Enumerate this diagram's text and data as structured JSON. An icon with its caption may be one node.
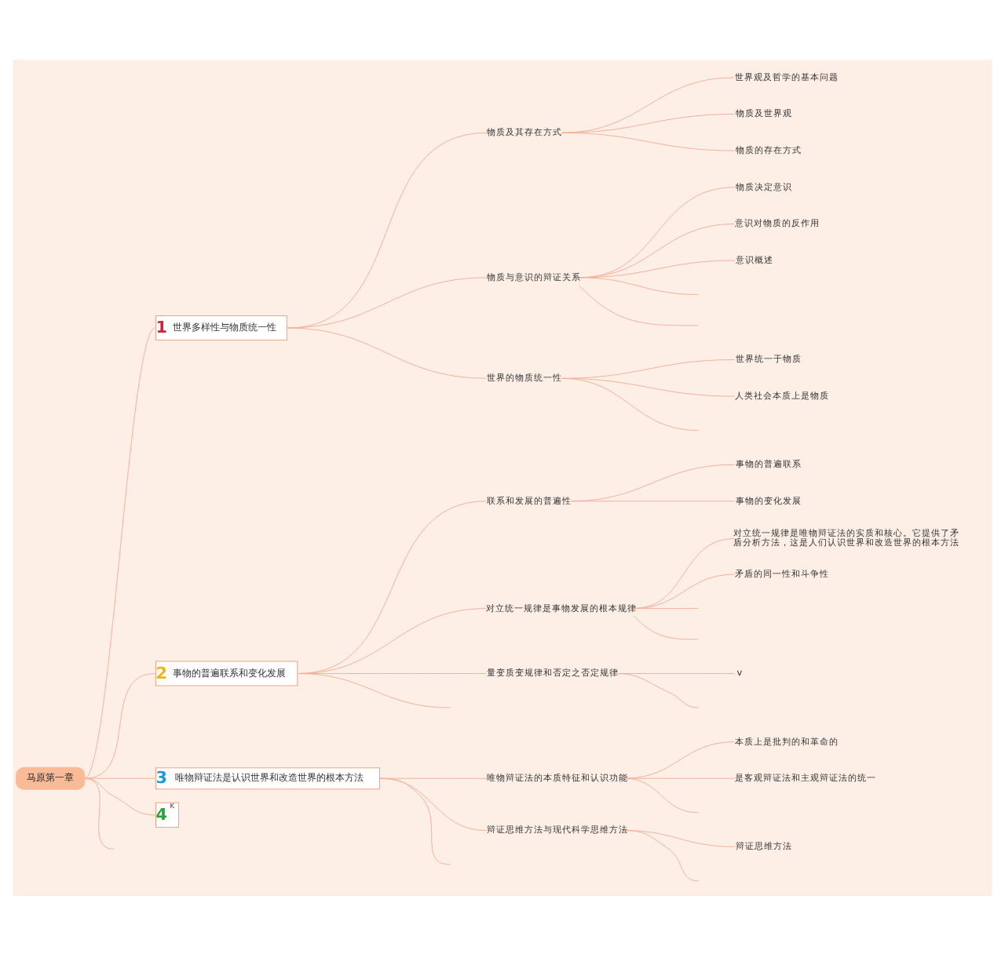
{
  "diagram": {
    "nodes": [
      {
        "text": [
          "马原第一章"
        ]
      },
      {
        "text": [
          "1",
          "世界多样性与物质统一性"
        ]
      },
      {
        "text": [
          "物质及其存在方式"
        ]
      },
      {
        "text": [
          "世界观及哲学的基本问题"
        ]
      },
      {
        "text": [
          "物质及世界观"
        ]
      },
      {
        "text": [
          "物质的存在方式"
        ]
      },
      {
        "text": [
          "物质与意识的辩证关系"
        ]
      },
      {
        "text": [
          "物质决定意识"
        ]
      },
      {
        "text": [
          "意识对物质的反作用"
        ]
      },
      {
        "text": [
          "意识概述"
        ]
      },
      {
        "text": [
          "世界的物质统一性"
        ]
      },
      {
        "text": [
          "世界统一于物质"
        ]
      },
      {
        "text": [
          "人类社会本质上是物质"
        ]
      },
      {
        "text": [
          "2",
          "事物的普遍联系和变化发展"
        ]
      },
      {
        "text": [
          "联系和发展的普遍性"
        ]
      },
      {
        "text": [
          "事物的普遍联系"
        ]
      },
      {
        "text": [
          "事物的变化发展"
        ]
      },
      {
        "text": [
          "对立统一规律是事物发展的根本规律"
        ]
      },
      {
        "text": [
          "对立统一规律是唯物辩证法的实质和核心。它提供了矛盾分析方法，这是人们认识世界和改造世界的根本方法"
        ]
      },
      {
        "text": [
          "矛盾的同一性和斗争性"
        ]
      },
      {
        "text": [
          "量变质变规律和否定之否定规律"
        ]
      },
      {
        "text": [
          "v"
        ]
      },
      {
        "text": [
          "3",
          "唯物辩证法是认识世界和改造世界的根本方法"
        ]
      },
      {
        "text": [
          "唯物辩证法的本质特征和认识功能"
        ]
      },
      {
        "text": [
          "本质上是批判的和革命的"
        ]
      },
      {
        "text": [
          "是客观辩证法和主观辩证法的统一"
        ]
      },
      {
        "text": [
          "辩证思维方法与现代科学思维方法"
        ]
      },
      {
        "text": [
          "辩证思维方法"
        ]
      },
      {
        "text": [
          "4",
          "K"
        ]
      }
    ],
    "edges": [
      {
        "from": 0,
        "to": 1,
        "arrow": "none"
      },
      {
        "from": 1,
        "to": 2,
        "arrow": "none"
      },
      {
        "from": 2,
        "to": 3,
        "arrow": "none"
      },
      {
        "from": 2,
        "to": 4,
        "arrow": "none"
      },
      {
        "from": 2,
        "to": 5,
        "arrow": "none"
      },
      {
        "from": 1,
        "to": 6,
        "arrow": "none"
      },
      {
        "from": 6,
        "to": 7,
        "arrow": "none"
      },
      {
        "from": 6,
        "to": 8,
        "arrow": "none"
      },
      {
        "from": 6,
        "to": 9,
        "arrow": "none"
      },
      {
        "from": 6,
        "to": null,
        "arrow": "none"
      },
      {
        "from": 6,
        "to": null,
        "arrow": "none"
      },
      {
        "from": 1,
        "to": 10,
        "arrow": "none"
      },
      {
        "from": 10,
        "to": 11,
        "arrow": "none"
      },
      {
        "from": 10,
        "to": 12,
        "arrow": "none"
      },
      {
        "from": 10,
        "to": null,
        "arrow": "none"
      },
      {
        "from": 0,
        "to": 13,
        "arrow": "none"
      },
      {
        "from": 13,
        "to": 14,
        "arrow": "none"
      },
      {
        "from": 14,
        "to": 15,
        "arrow": "none"
      },
      {
        "from": 14,
        "to": 16,
        "arrow": "none"
      },
      {
        "from": 13,
        "to": 17,
        "arrow": "none"
      },
      {
        "from": 17,
        "to": 18,
        "arrow": "none"
      },
      {
        "from": 17,
        "to": 19,
        "arrow": "none"
      },
      {
        "from": 17,
        "to": null,
        "arrow": "none"
      },
      {
        "from": 17,
        "to": null,
        "arrow": "none"
      },
      {
        "from": 13,
        "to": 20,
        "arrow": "none"
      },
      {
        "from": 20,
        "to": 21,
        "arrow": "none"
      },
      {
        "from": 20,
        "to": null,
        "arrow": "none"
      },
      {
        "from": 13,
        "to": null,
        "arrow": "none"
      },
      {
        "from": 0,
        "to": 22,
        "arrow": "none"
      },
      {
        "from": 22,
        "to": 23,
        "arrow": "none"
      },
      {
        "from": 23,
        "to": 24,
        "arrow": "none"
      },
      {
        "from": 23,
        "to": 25,
        "arrow": "none"
      },
      {
        "from": 23,
        "to": null,
        "arrow": "none"
      },
      {
        "from": 22,
        "to": 26,
        "arrow": "none"
      },
      {
        "from": 26,
        "to": 27,
        "arrow": "none"
      },
      {
        "from": 26,
        "to": null,
        "arrow": "none"
      },
      {
        "from": 22,
        "to": null,
        "arrow": "none"
      },
      {
        "from": 0,
        "to": 28,
        "arrow": "none"
      },
      {
        "from": 0,
        "to": null,
        "arrow": "none"
      }
    ]
  }
}
